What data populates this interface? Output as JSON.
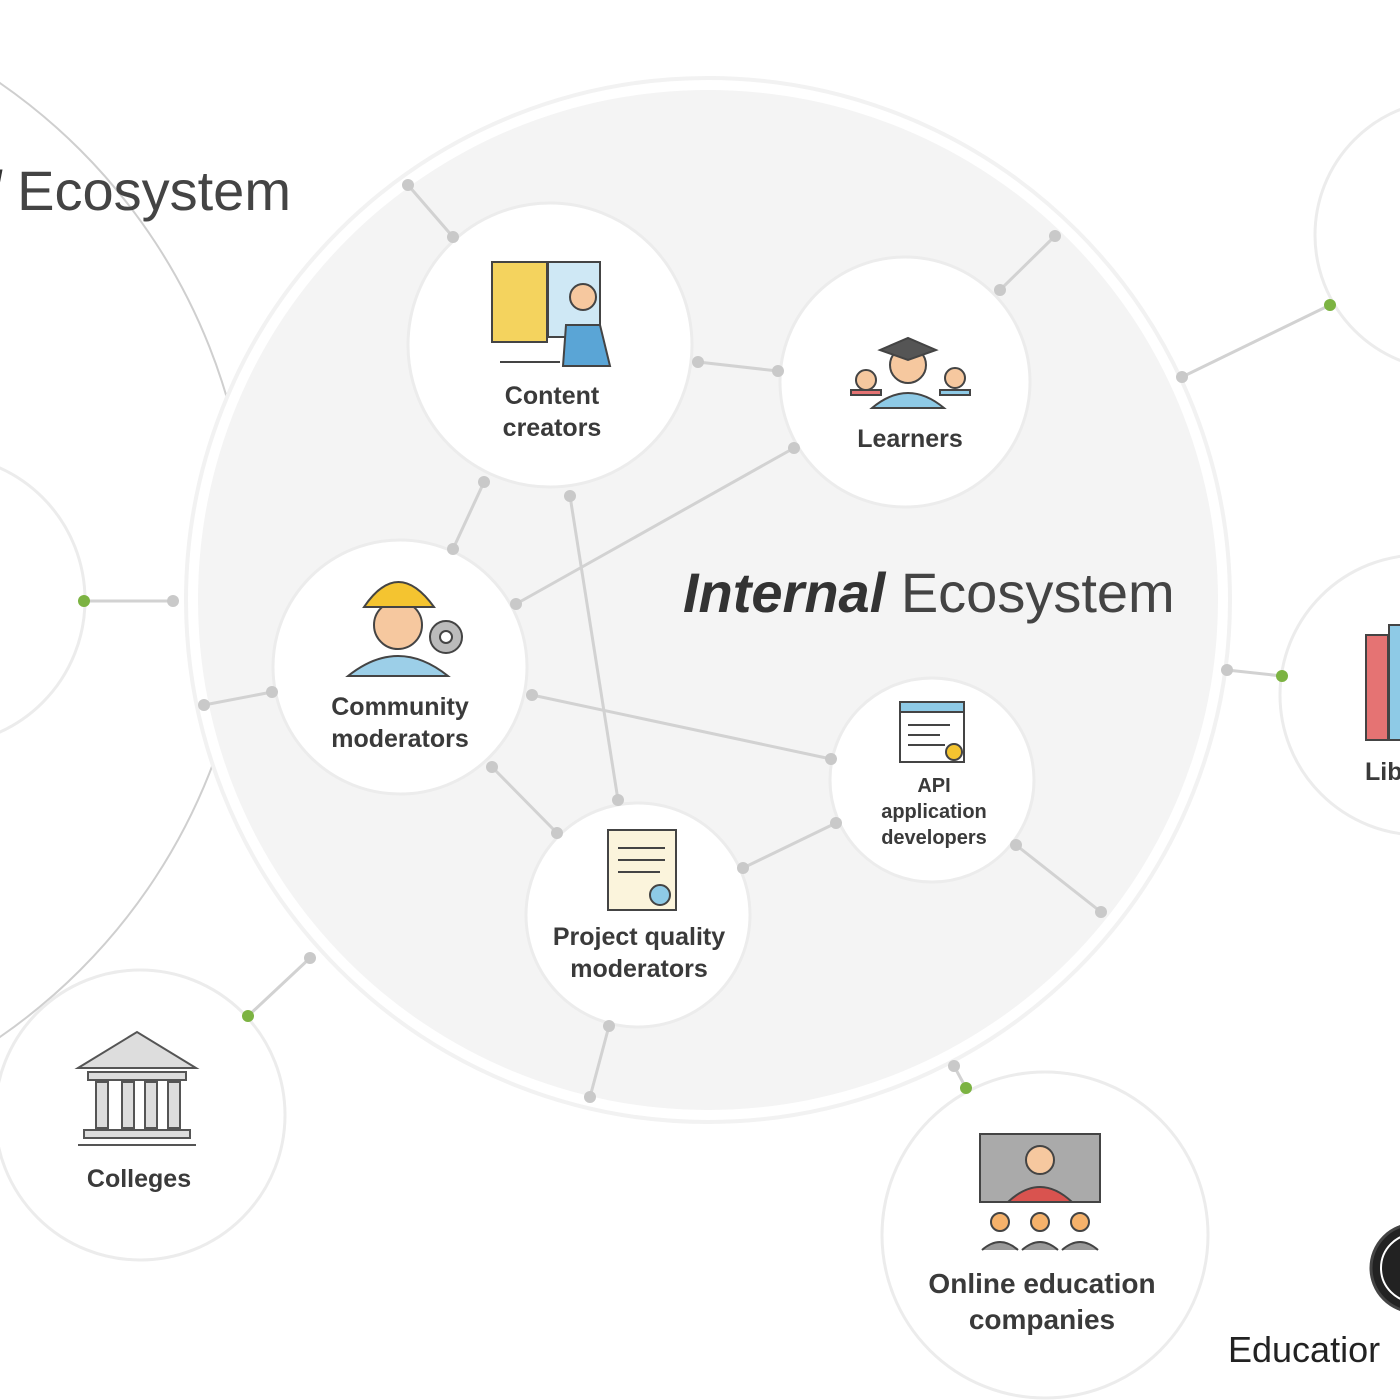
{
  "external_title": {
    "italic_fragment": "l",
    "word": "Ecosystem"
  },
  "internal_title": {
    "italic": "Internal",
    "word": "Ecosystem"
  },
  "nodes": {
    "content_creators": {
      "line1": "Content",
      "line2": "creators",
      "icon": "content-creator-icon"
    },
    "learners": {
      "line1": "Learners",
      "icon": "graduates-icon"
    },
    "community_moderators": {
      "line1": "Community",
      "line2": "moderators",
      "icon": "worker-helmet-icon"
    },
    "api_developers": {
      "line1": "API",
      "line2": "application",
      "line3": "developers",
      "icon": "code-window-icon"
    },
    "project_quality": {
      "line1": "Project quality",
      "line2": "moderators",
      "icon": "certificate-icon"
    },
    "colleges": {
      "line1": "Colleges",
      "icon": "institution-icon"
    },
    "online_education": {
      "line1": "Online education",
      "line2": "companies",
      "icon": "video-lecture-icon"
    },
    "libraries": {
      "line1": "Lib",
      "icon": "books-icon"
    },
    "education_partial": {
      "line1": "Educatior",
      "icon": "logo-badge-icon"
    }
  },
  "colors": {
    "internal_fill": "#f4f4f4",
    "dot_gray": "#c9c9c9",
    "dot_green": "#7cb342",
    "line": "#d2d2d2",
    "text": "#3a3a3a"
  }
}
